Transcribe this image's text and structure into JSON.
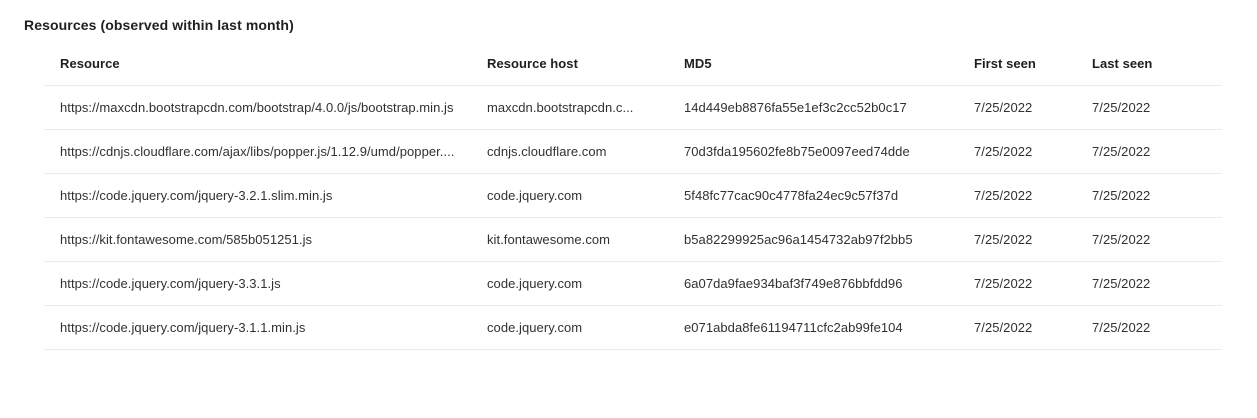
{
  "section": {
    "title": "Resources (observed within last month)"
  },
  "table": {
    "columns": [
      {
        "key": "resource",
        "label": "Resource"
      },
      {
        "key": "host",
        "label": "Resource host"
      },
      {
        "key": "md5",
        "label": "MD5"
      },
      {
        "key": "first_seen",
        "label": "First seen"
      },
      {
        "key": "last_seen",
        "label": "Last seen"
      }
    ],
    "rows": [
      {
        "resource": "https://maxcdn.bootstrapcdn.com/bootstrap/4.0.0/js/bootstrap.min.js",
        "host": "maxcdn.bootstrapcdn.c...",
        "md5": "14d449eb8876fa55e1ef3c2cc52b0c17",
        "first_seen": "7/25/2022",
        "last_seen": "7/25/2022"
      },
      {
        "resource": "https://cdnjs.cloudflare.com/ajax/libs/popper.js/1.12.9/umd/popper....",
        "host": "cdnjs.cloudflare.com",
        "md5": "70d3fda195602fe8b75e0097eed74dde",
        "first_seen": "7/25/2022",
        "last_seen": "7/25/2022"
      },
      {
        "resource": "https://code.jquery.com/jquery-3.2.1.slim.min.js",
        "host": "code.jquery.com",
        "md5": "5f48fc77cac90c4778fa24ec9c57f37d",
        "first_seen": "7/25/2022",
        "last_seen": "7/25/2022"
      },
      {
        "resource": "https://kit.fontawesome.com/585b051251.js",
        "host": "kit.fontawesome.com",
        "md5": "b5a82299925ac96a1454732ab97f2bb5",
        "first_seen": "7/25/2022",
        "last_seen": "7/25/2022"
      },
      {
        "resource": "https://code.jquery.com/jquery-3.3.1.js",
        "host": "code.jquery.com",
        "md5": "6a07da9fae934baf3f749e876bbfdd96",
        "first_seen": "7/25/2022",
        "last_seen": "7/25/2022"
      },
      {
        "resource": "https://code.jquery.com/jquery-3.1.1.min.js",
        "host": "code.jquery.com",
        "md5": "e071abda8fe61194711cfc2ab99fe104",
        "first_seen": "7/25/2022",
        "last_seen": "7/25/2022"
      }
    ]
  },
  "colors": {
    "background": "#ffffff",
    "text_primary": "#201f1e",
    "text_body": "#323130",
    "divider": "#edebe9"
  }
}
